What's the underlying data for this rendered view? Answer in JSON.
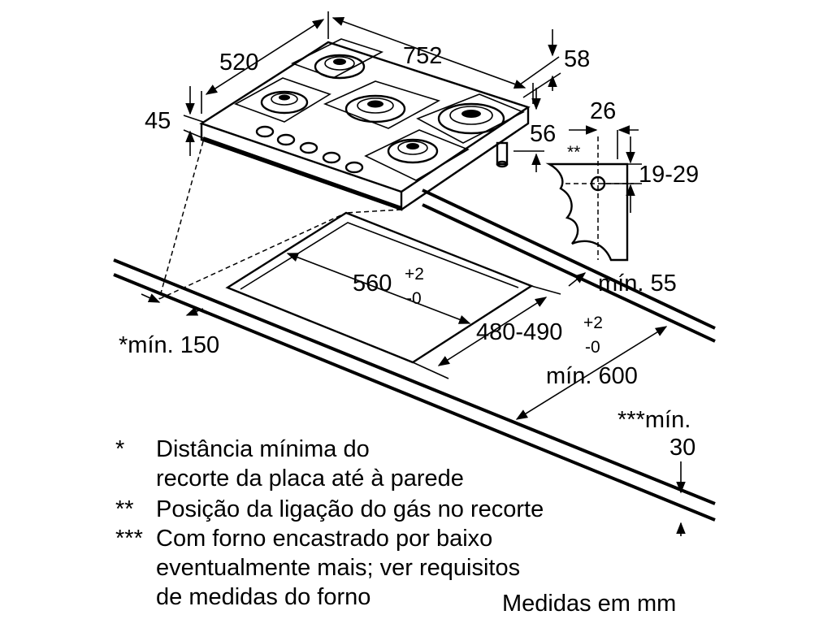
{
  "dimensions": {
    "depth": "520",
    "width": "752",
    "front_height": "45",
    "rear_offset": "58",
    "side_offset": "56",
    "gas_offset": "26",
    "gas_marker": "**",
    "gas_height": "19-29",
    "cutout_width_base": "560",
    "cutout_width_tol_plus": "+2",
    "cutout_width_tol_minus": "-0",
    "cutout_depth_base": "480-490",
    "cutout_depth_tol_plus": "+2",
    "cutout_depth_tol_minus": "-0",
    "min_front": "mín. 55",
    "min_wall": "*mín. 150",
    "min_depth": "mín. 600",
    "min_oven_line1": "***mín.",
    "min_oven_line2": "30"
  },
  "legend": [
    {
      "marker": "*",
      "lines": [
        "Distância mínima do",
        "recorte da placa até à parede"
      ]
    },
    {
      "marker": "**",
      "lines": [
        "Posição da ligação do gás no recorte"
      ]
    },
    {
      "marker": "***",
      "lines": [
        "Com forno encastrado por baixo",
        "eventualmente mais; ver requisitos",
        "de medidas do forno"
      ]
    }
  ],
  "units_note": "Medidas em mm"
}
